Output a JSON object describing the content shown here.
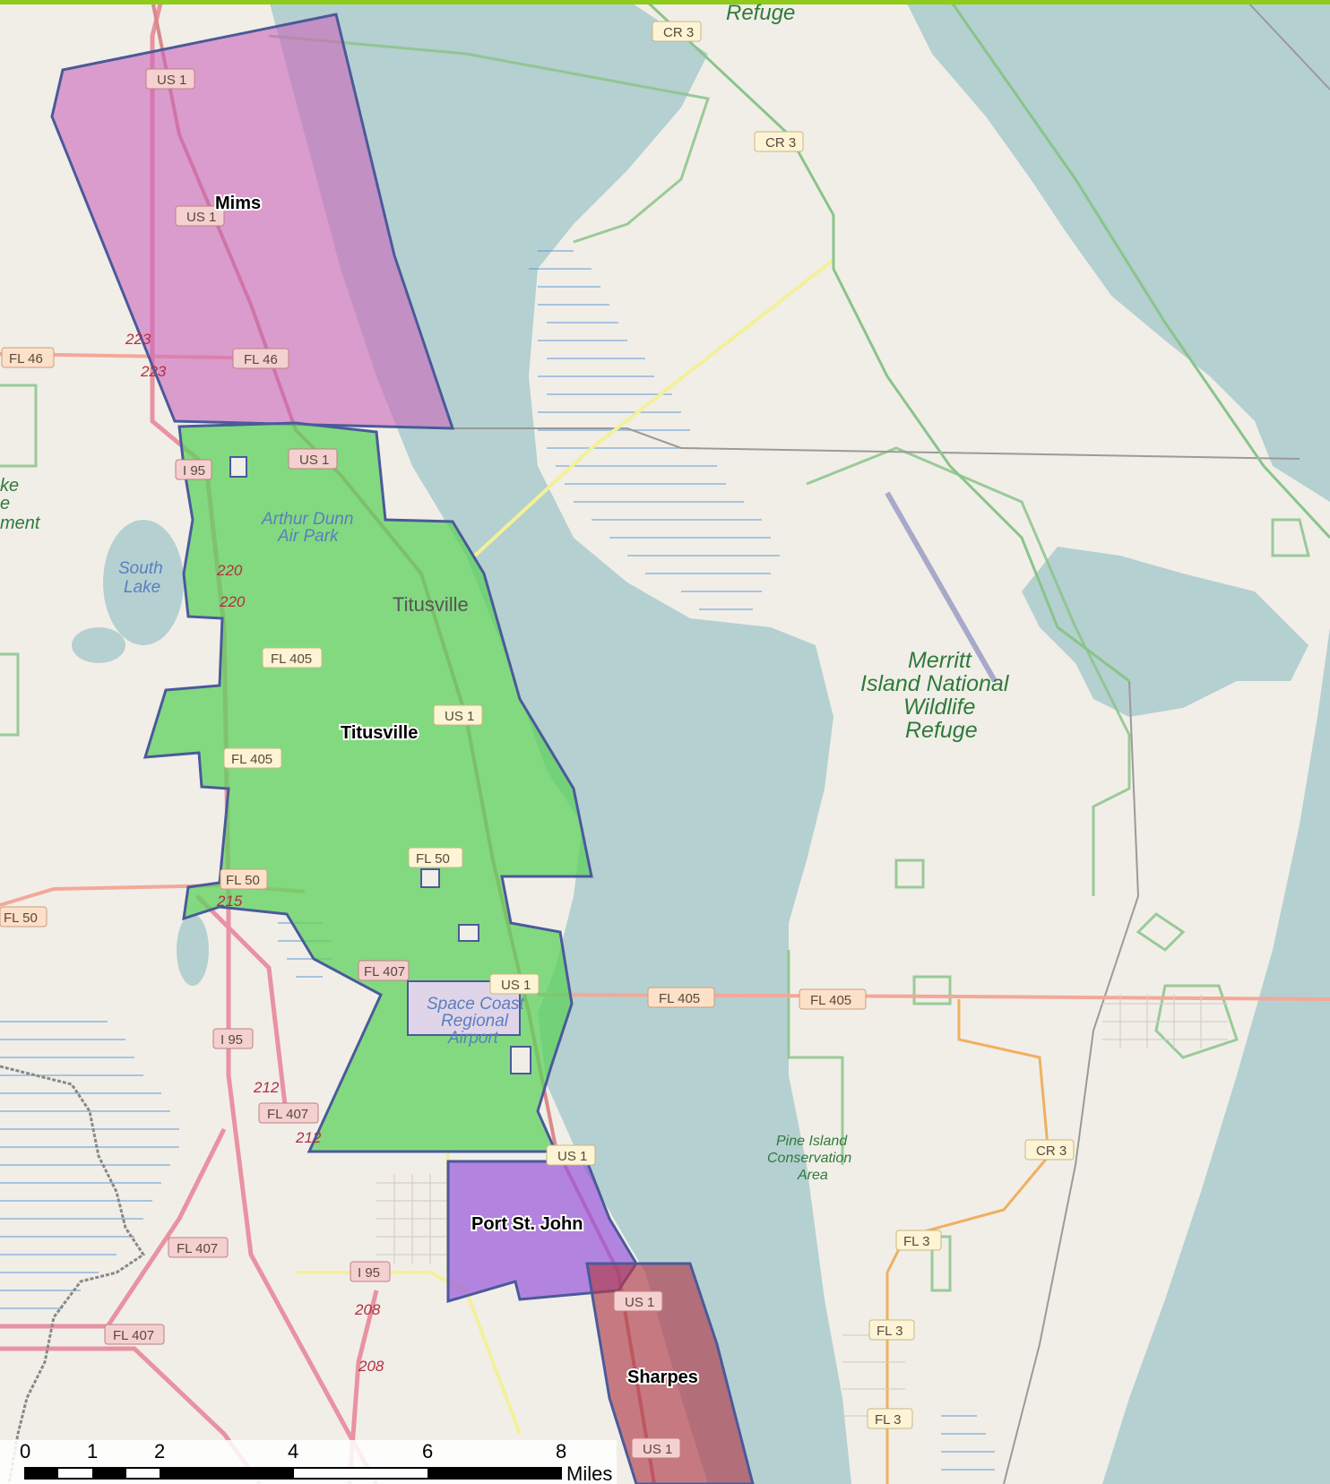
{
  "map": {
    "title": "",
    "colors": {
      "land": "#f1eee8",
      "water": "#b5d0d0",
      "park_line": "#8ac48a",
      "motorway": "#e892a2",
      "primary": "#fcd6a4",
      "trunk": "#f9b29c",
      "mims": "#cc66bb",
      "titusville": "#5ed15e",
      "port_st_john": "#9955dd",
      "sharpes": "#b03a4a",
      "boundary": "#4a5a9a",
      "frame": "#8ecb1a"
    },
    "place_labels": {
      "mims": "Mims",
      "titusville": "Titusville",
      "port_st_john": "Port St. John",
      "sharpes": "Sharpes"
    },
    "basemap_labels": {
      "refuge_top": "Refuge",
      "titusville_city": "Titusville",
      "merritt_line1": "Merritt",
      "merritt_line2": "Island National",
      "merritt_line3": "Wildlife",
      "merritt_line4": "Refuge",
      "pine_line1": "Pine Island",
      "pine_line2": "Conservation",
      "pine_line3": "Area",
      "south_lake_line1": "South",
      "south_lake_line2": "Lake",
      "arthur_line1": "Arthur Dunn",
      "arthur_line2": "Air Park",
      "space_line1": "Space Coast",
      "space_line2": "Regional",
      "space_line3": "Airport",
      "edge_line1": "ke",
      "edge_line2": "e",
      "edge_line3": "ment"
    },
    "road_shields": {
      "cr3_a": "CR 3",
      "cr3_b": "CR 3",
      "cr3_c": "CR 3",
      "us1_a": "US 1",
      "us1_b": "US 1",
      "us1_c": "US 1",
      "us1_d": "US 1",
      "us1_e": "US 1",
      "us1_f": "US 1",
      "us1_g": "US 1",
      "us1_h": "US 1",
      "fl46_a": "FL 46",
      "fl46_b": "FL 46",
      "i95_a": "I 95",
      "i95_b": "I 95",
      "i95_c": "I 95",
      "fl405_a": "FL 405",
      "fl405_b": "FL 405",
      "fl405_c": "FL 405",
      "fl405_d": "FL 405",
      "fl50_a": "FL 50",
      "fl50_b": "FL 50",
      "fl50_c": "FL 50",
      "fl407_a": "FL 407",
      "fl407_b": "FL 407",
      "fl407_c": "FL 407",
      "fl407_d": "FL 407",
      "fl3_a": "FL 3",
      "fl3_b": "FL 3",
      "fl3_c": "FL 3"
    },
    "route_numbers": {
      "r223_a": "223",
      "r223_b": "223",
      "r220_a": "220",
      "r220_b": "220",
      "r215": "215",
      "r212_a": "212",
      "r212_b": "212",
      "r208_a": "208",
      "r208_b": "208"
    },
    "scale_bar": {
      "ticks": [
        "0",
        "1",
        "2",
        "4",
        "6",
        "8"
      ],
      "unit": "Miles"
    }
  }
}
